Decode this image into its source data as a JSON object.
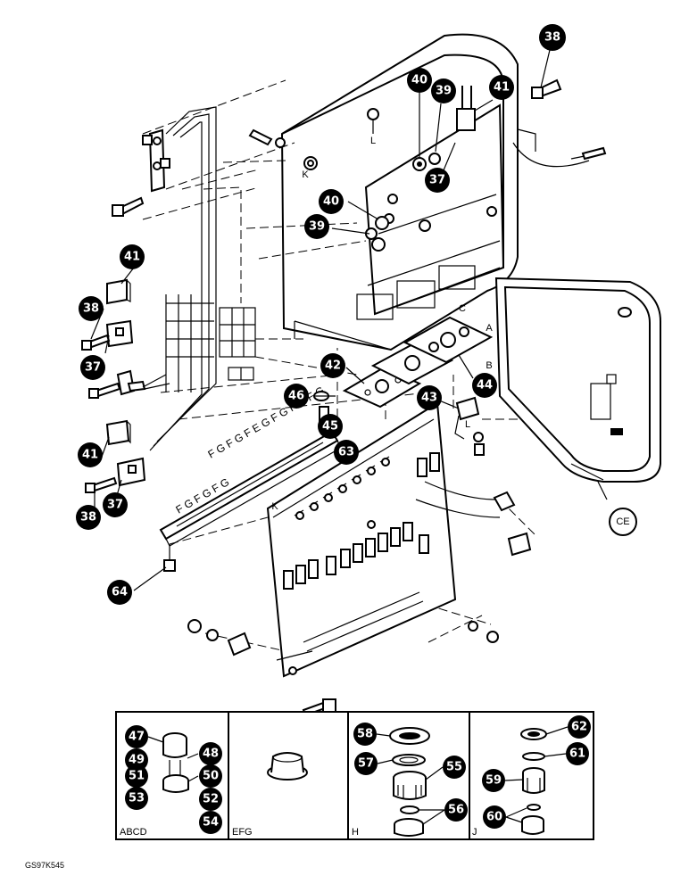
{
  "callouts": [
    {
      "key": "c38a",
      "label": "38"
    },
    {
      "key": "c40a",
      "label": "40"
    },
    {
      "key": "c39a",
      "label": "39"
    },
    {
      "key": "c41a",
      "label": "41"
    },
    {
      "key": "c37a",
      "label": "37"
    },
    {
      "key": "c40b",
      "label": "40"
    },
    {
      "key": "c39b",
      "label": "39"
    },
    {
      "key": "c41b",
      "label": "41"
    },
    {
      "key": "c38b",
      "label": "38"
    },
    {
      "key": "c37b",
      "label": "37"
    },
    {
      "key": "c42",
      "label": "42"
    },
    {
      "key": "c44",
      "label": "44"
    },
    {
      "key": "c46",
      "label": "46"
    },
    {
      "key": "c43",
      "label": "43"
    },
    {
      "key": "c45",
      "label": "45"
    },
    {
      "key": "c41c",
      "label": "41"
    },
    {
      "key": "c63",
      "label": "63"
    },
    {
      "key": "c38c",
      "label": "38"
    },
    {
      "key": "c37c",
      "label": "37"
    },
    {
      "key": "c64",
      "label": "64"
    },
    {
      "key": "c47",
      "label": "47"
    },
    {
      "key": "c49",
      "label": "49"
    },
    {
      "key": "c48",
      "label": "48"
    },
    {
      "key": "c51",
      "label": "51"
    },
    {
      "key": "c50",
      "label": "50"
    },
    {
      "key": "c53",
      "label": "53"
    },
    {
      "key": "c52",
      "label": "52"
    },
    {
      "key": "c54",
      "label": "54"
    },
    {
      "key": "c58",
      "label": "58"
    },
    {
      "key": "c57",
      "label": "57"
    },
    {
      "key": "c55",
      "label": "55"
    },
    {
      "key": "c56",
      "label": "56"
    },
    {
      "key": "c62",
      "label": "62"
    },
    {
      "key": "c61",
      "label": "61"
    },
    {
      "key": "c59",
      "label": "59"
    },
    {
      "key": "c60",
      "label": "60"
    }
  ],
  "letters": {
    "L_top": "L",
    "K_box": "K",
    "C": "C",
    "A": "A",
    "B": "B",
    "L_board": "L",
    "K_board": "K"
  },
  "fg_strip": "F G F G F E G F G F G F G",
  "fg_strip_lower": "F G F G F G",
  "panels": {
    "abcd": "ABCD",
    "efg": "EFG",
    "h": "H",
    "j": "J"
  },
  "door_symbol": "CE",
  "drawing_code": "GS97K545"
}
